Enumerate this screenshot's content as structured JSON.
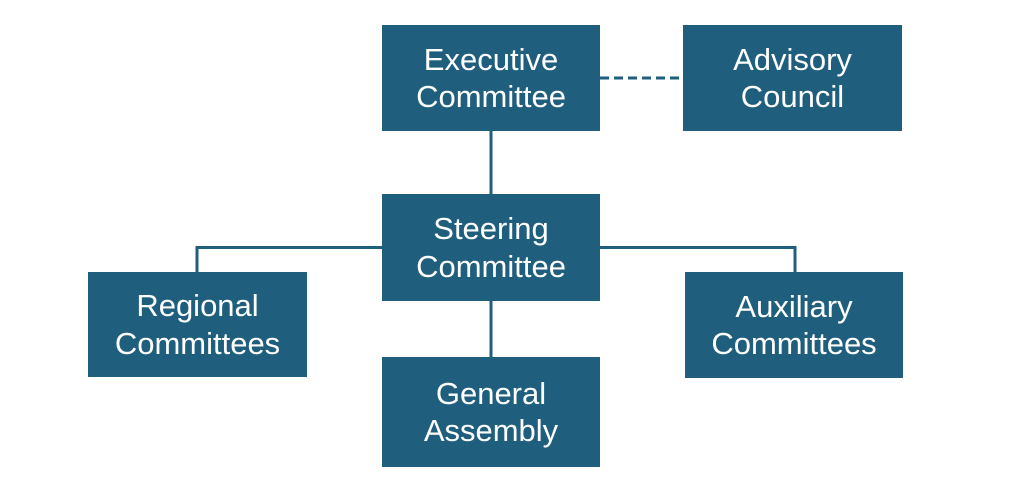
{
  "diagram": {
    "type": "org-chart",
    "nodes": [
      {
        "id": "executive",
        "label": "Executive Committee"
      },
      {
        "id": "advisory",
        "label": "Advisory Council"
      },
      {
        "id": "steering",
        "label": "Steering Committee"
      },
      {
        "id": "regional",
        "label": "Regional Committees"
      },
      {
        "id": "auxiliary",
        "label": "Auxiliary Committees"
      },
      {
        "id": "assembly",
        "label": "General Assembly"
      }
    ],
    "edges": [
      {
        "from": "executive",
        "to": "advisory",
        "style": "dashed",
        "shape": "straight-horizontal"
      },
      {
        "from": "executive",
        "to": "steering",
        "style": "solid",
        "shape": "straight-vertical"
      },
      {
        "from": "steering",
        "to": "regional",
        "style": "solid",
        "shape": "elbow"
      },
      {
        "from": "steering",
        "to": "auxiliary",
        "style": "solid",
        "shape": "elbow"
      },
      {
        "from": "steering",
        "to": "assembly",
        "style": "solid",
        "shape": "straight-vertical"
      }
    ]
  },
  "colors": {
    "node_fill": "#1F5E7D",
    "node_text": "#FFFFFF",
    "line": "#1F5E7D",
    "background": "#FFFFFF"
  }
}
